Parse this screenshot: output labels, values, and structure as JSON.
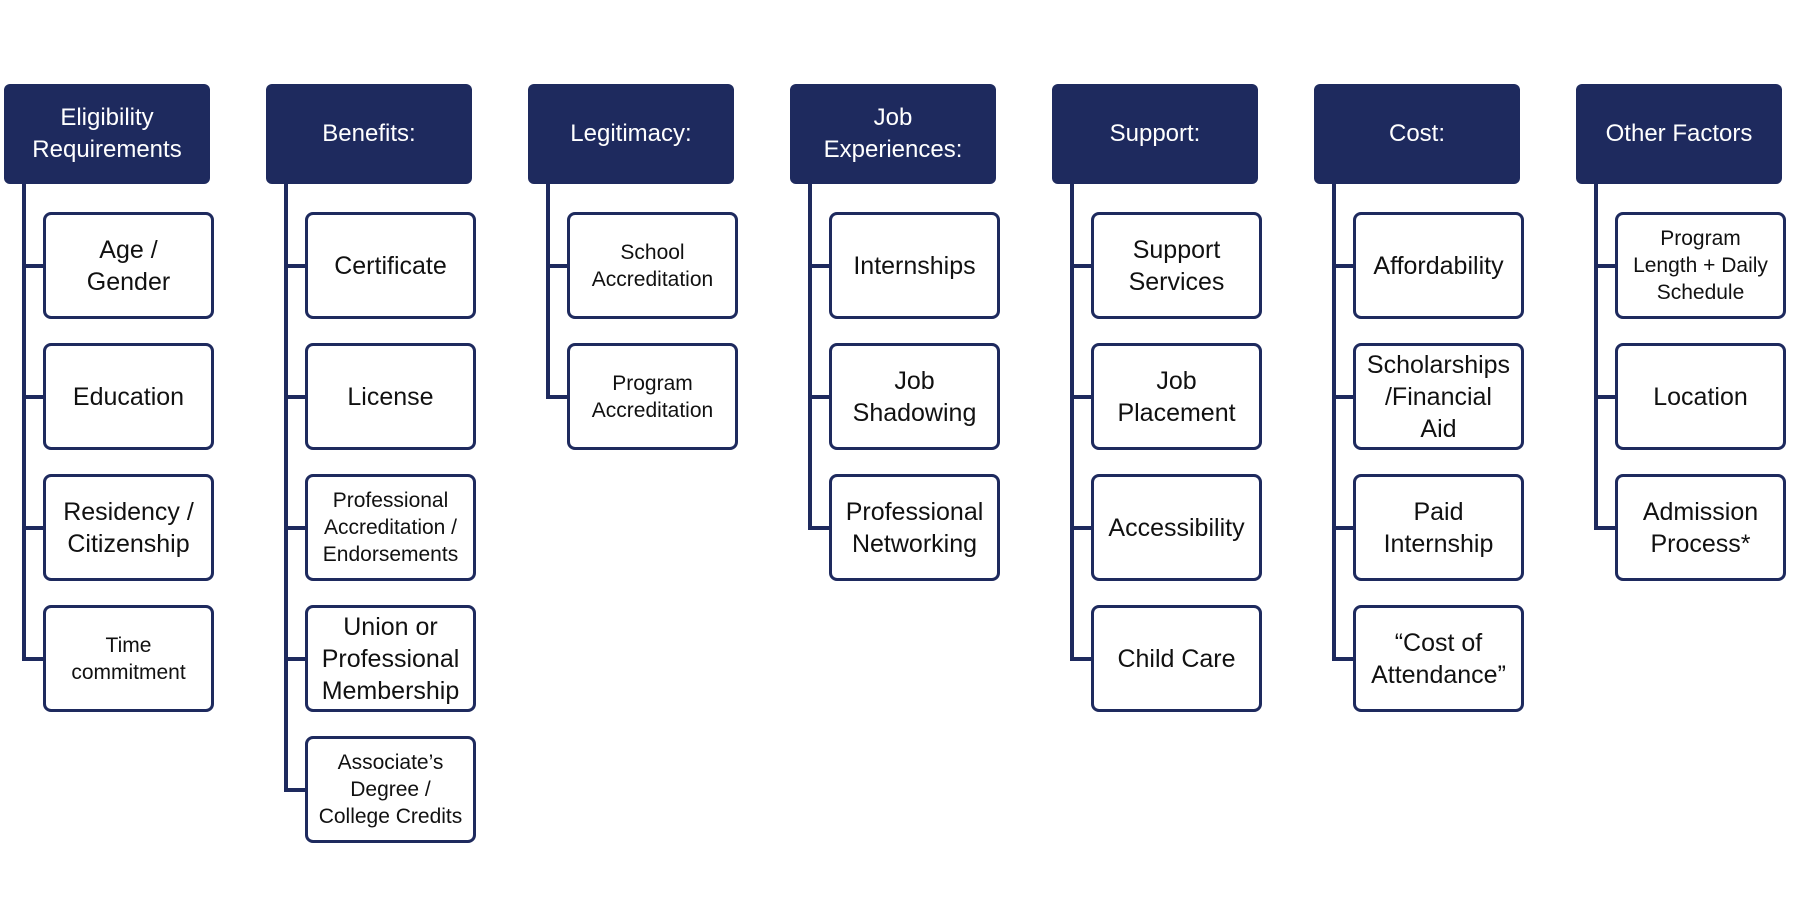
{
  "colors": {
    "header_fill": "#1e2a5e",
    "header_text": "#ffffff",
    "child_border": "#1e2a5e",
    "child_fill": "#ffffff",
    "connector": "#1e2a5e"
  },
  "columns": [
    {
      "title": "Eligibility\nRequirements",
      "items": [
        {
          "label": "Age /\nGender"
        },
        {
          "label": "Education"
        },
        {
          "label": "Residency /\nCitizenship"
        },
        {
          "label": "Time\ncommitment",
          "small": true
        }
      ]
    },
    {
      "title": "Benefits:",
      "items": [
        {
          "label": "Certificate"
        },
        {
          "label": "License"
        },
        {
          "label": "Professional\nAccreditation /\nEndorsements",
          "small": true
        },
        {
          "label": "Union or\nProfessional\nMembership"
        },
        {
          "label": "Associate’s\nDegree /\nCollege Credits",
          "small": true
        }
      ]
    },
    {
      "title": "Legitimacy:",
      "items": [
        {
          "label": "School\nAccreditation",
          "small": true
        },
        {
          "label": "Program\nAccreditation",
          "small": true
        }
      ]
    },
    {
      "title": "Job\nExperiences:",
      "items": [
        {
          "label": "Internships"
        },
        {
          "label": "Job\nShadowing"
        },
        {
          "label": "Professional\nNetworking"
        }
      ]
    },
    {
      "title": "Support:",
      "items": [
        {
          "label": "Support\nServices"
        },
        {
          "label": "Job\nPlacement"
        },
        {
          "label": "Accessibility"
        },
        {
          "label": "Child Care"
        }
      ]
    },
    {
      "title": "Cost:",
      "items": [
        {
          "label": "Affordability"
        },
        {
          "label": "Scholarships\n/Financial\nAid"
        },
        {
          "label": "Paid\nInternship"
        },
        {
          "label": "“Cost of\nAttendance”"
        }
      ]
    },
    {
      "title": "Other Factors",
      "items": [
        {
          "label": "Program\nLength + Daily\nSchedule",
          "small": true
        },
        {
          "label": "Location"
        },
        {
          "label": "Admission\nProcess*"
        }
      ]
    }
  ]
}
